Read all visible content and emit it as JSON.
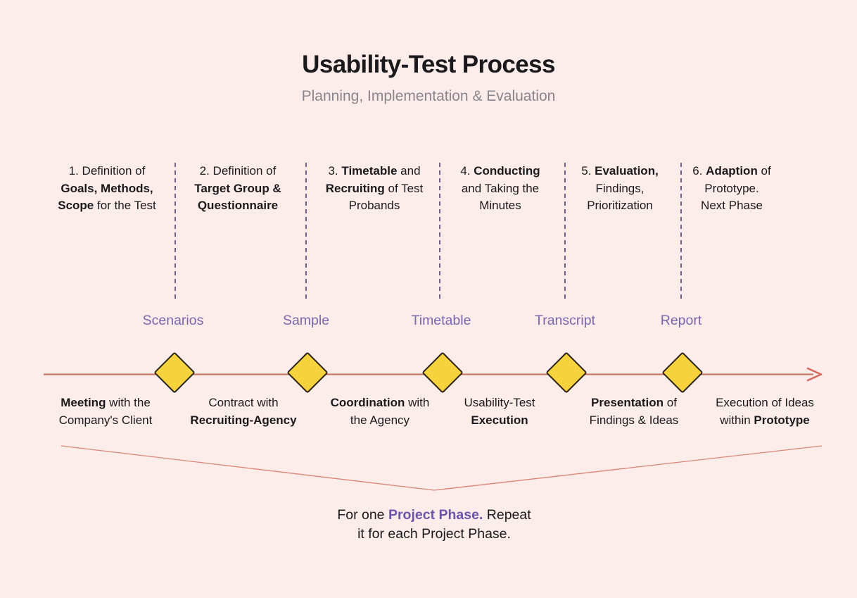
{
  "title": "Usability-Test Process",
  "subtitle": "Planning, Implementation & Evaluation",
  "phases": [
    {
      "lines": [
        [
          {
            "t": "1. Definition of"
          }
        ],
        [
          {
            "t": "Goals, Methods,",
            "b": true
          }
        ],
        [
          {
            "t": "Scope",
            "b": true
          },
          {
            "t": " for the Test"
          }
        ]
      ]
    },
    {
      "lines": [
        [
          {
            "t": "2. Definition of"
          }
        ],
        [
          {
            "t": "Target Group &",
            "b": true
          }
        ],
        [
          {
            "t": "Questionnaire",
            "b": true
          }
        ]
      ]
    },
    {
      "lines": [
        [
          {
            "t": "3. "
          },
          {
            "t": "Timetable",
            "b": true
          },
          {
            "t": " and"
          }
        ],
        [
          {
            "t": "Recruiting",
            "b": true
          },
          {
            "t": " of Test"
          }
        ],
        [
          {
            "t": "Probands"
          }
        ]
      ]
    },
    {
      "lines": [
        [
          {
            "t": "4. "
          },
          {
            "t": "Conducting",
            "b": true
          }
        ],
        [
          {
            "t": "and Taking the"
          }
        ],
        [
          {
            "t": "Minutes"
          }
        ]
      ]
    },
    {
      "lines": [
        [
          {
            "t": "5. "
          },
          {
            "t": "Evaluation,",
            "b": true
          }
        ],
        [
          {
            "t": "Findings,"
          }
        ],
        [
          {
            "t": "Prioritization"
          }
        ]
      ]
    },
    {
      "lines": [
        [
          {
            "t": "6. "
          },
          {
            "t": "Adaption",
            "b": true
          },
          {
            "t": " of"
          }
        ],
        [
          {
            "t": "Prototype."
          }
        ],
        [
          {
            "t": "Next Phase"
          }
        ]
      ]
    }
  ],
  "milestones": [
    "Scenarios",
    "Sample",
    "Timetable",
    "Transcript",
    "Report"
  ],
  "activities": [
    {
      "lines": [
        [
          {
            "t": "Meeting",
            "b": true
          },
          {
            "t": " with the"
          }
        ],
        [
          {
            "t": "Company's Client"
          }
        ]
      ]
    },
    {
      "lines": [
        [
          {
            "t": "Contract with"
          }
        ],
        [
          {
            "t": "Recruiting-Agency",
            "b": true
          }
        ]
      ]
    },
    {
      "lines": [
        [
          {
            "t": "Coordination",
            "b": true
          },
          {
            "t": " with"
          }
        ],
        [
          {
            "t": "the Agency"
          }
        ]
      ]
    },
    {
      "lines": [
        [
          {
            "t": "Usability-Test"
          }
        ],
        [
          {
            "t": "Execution",
            "b": true
          }
        ]
      ]
    },
    {
      "lines": [
        [
          {
            "t": "Presentation",
            "b": true
          },
          {
            "t": " of"
          }
        ],
        [
          {
            "t": "Findings & Ideas"
          }
        ]
      ]
    },
    {
      "lines": [
        [
          {
            "t": "Execution of Ideas"
          }
        ],
        [
          {
            "t": "within "
          },
          {
            "t": "Prototype",
            "b": true
          }
        ]
      ]
    }
  ],
  "footer": {
    "lines": [
      [
        {
          "t": "For one "
        },
        {
          "t": "Project Phase.",
          "b": true,
          "p": true
        },
        {
          "t": " Repeat"
        }
      ],
      [
        {
          "t": "it for each Project Phase."
        }
      ]
    ]
  },
  "colors": {
    "background": "#fdedea",
    "text_dark": "#1b191c",
    "subtitle_gray": "#8a858d",
    "accent_purple": "#7867ab",
    "deep_purple": "#6a55a9",
    "dash_purple": "#564a6e",
    "diamond_fill": "#f6d23c",
    "diamond_border": "#2f2418",
    "accent_red": "#c66d5f",
    "arrow_red": "#d4695c",
    "brace_red": "#da8478"
  }
}
